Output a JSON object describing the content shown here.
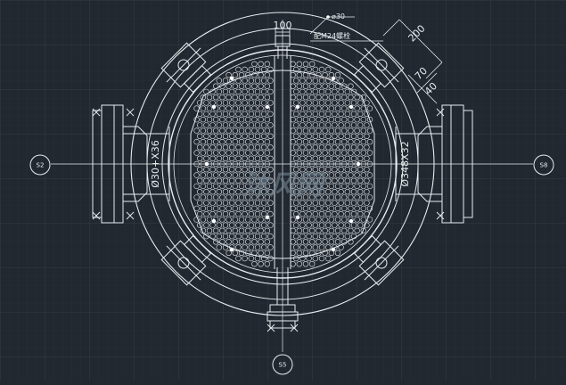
{
  "dimensions": {
    "top_width": "100",
    "offset_200": "200",
    "offset_70": "70",
    "offset_40": "40",
    "left_nozzle": "Ø30+X36",
    "right_nozzle": "Ø348X32"
  },
  "notes": {
    "bolt_ref": "⌀30",
    "bolt_note": "配M24螺栓"
  },
  "bubbles": {
    "left": "S2",
    "right": "S8",
    "bottom": "S5"
  },
  "watermark": "沐风网",
  "colors": {
    "background": "#212830",
    "grid": "#333b45",
    "line": "#e8ecef"
  }
}
